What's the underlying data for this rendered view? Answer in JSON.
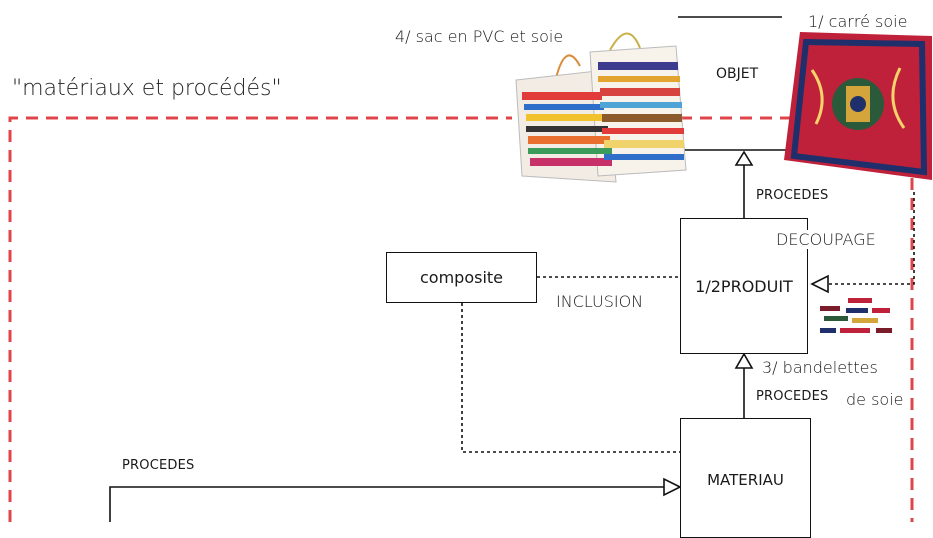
{
  "section_title": "\"matériaux et procédés\"",
  "labels": {
    "sac": "4/ sac en PVC et soie",
    "carre": "1/ carré soie",
    "objet": "OBJET",
    "produit": "1/2PRODUIT",
    "composite": "composite",
    "materiau": "MATERIAU",
    "procedes_top": "PROCEDES",
    "procedes_mid": "PROCEDES",
    "procedes_left": "PROCEDES",
    "decoupage": "DECOUPAGE",
    "inclusion": "INCLUSION",
    "bandelettes_1": "3/ bandelettes",
    "bandelettes_2": "de soie"
  },
  "colors": {
    "dashed_frame": "#e0444b",
    "line": "#111111"
  }
}
